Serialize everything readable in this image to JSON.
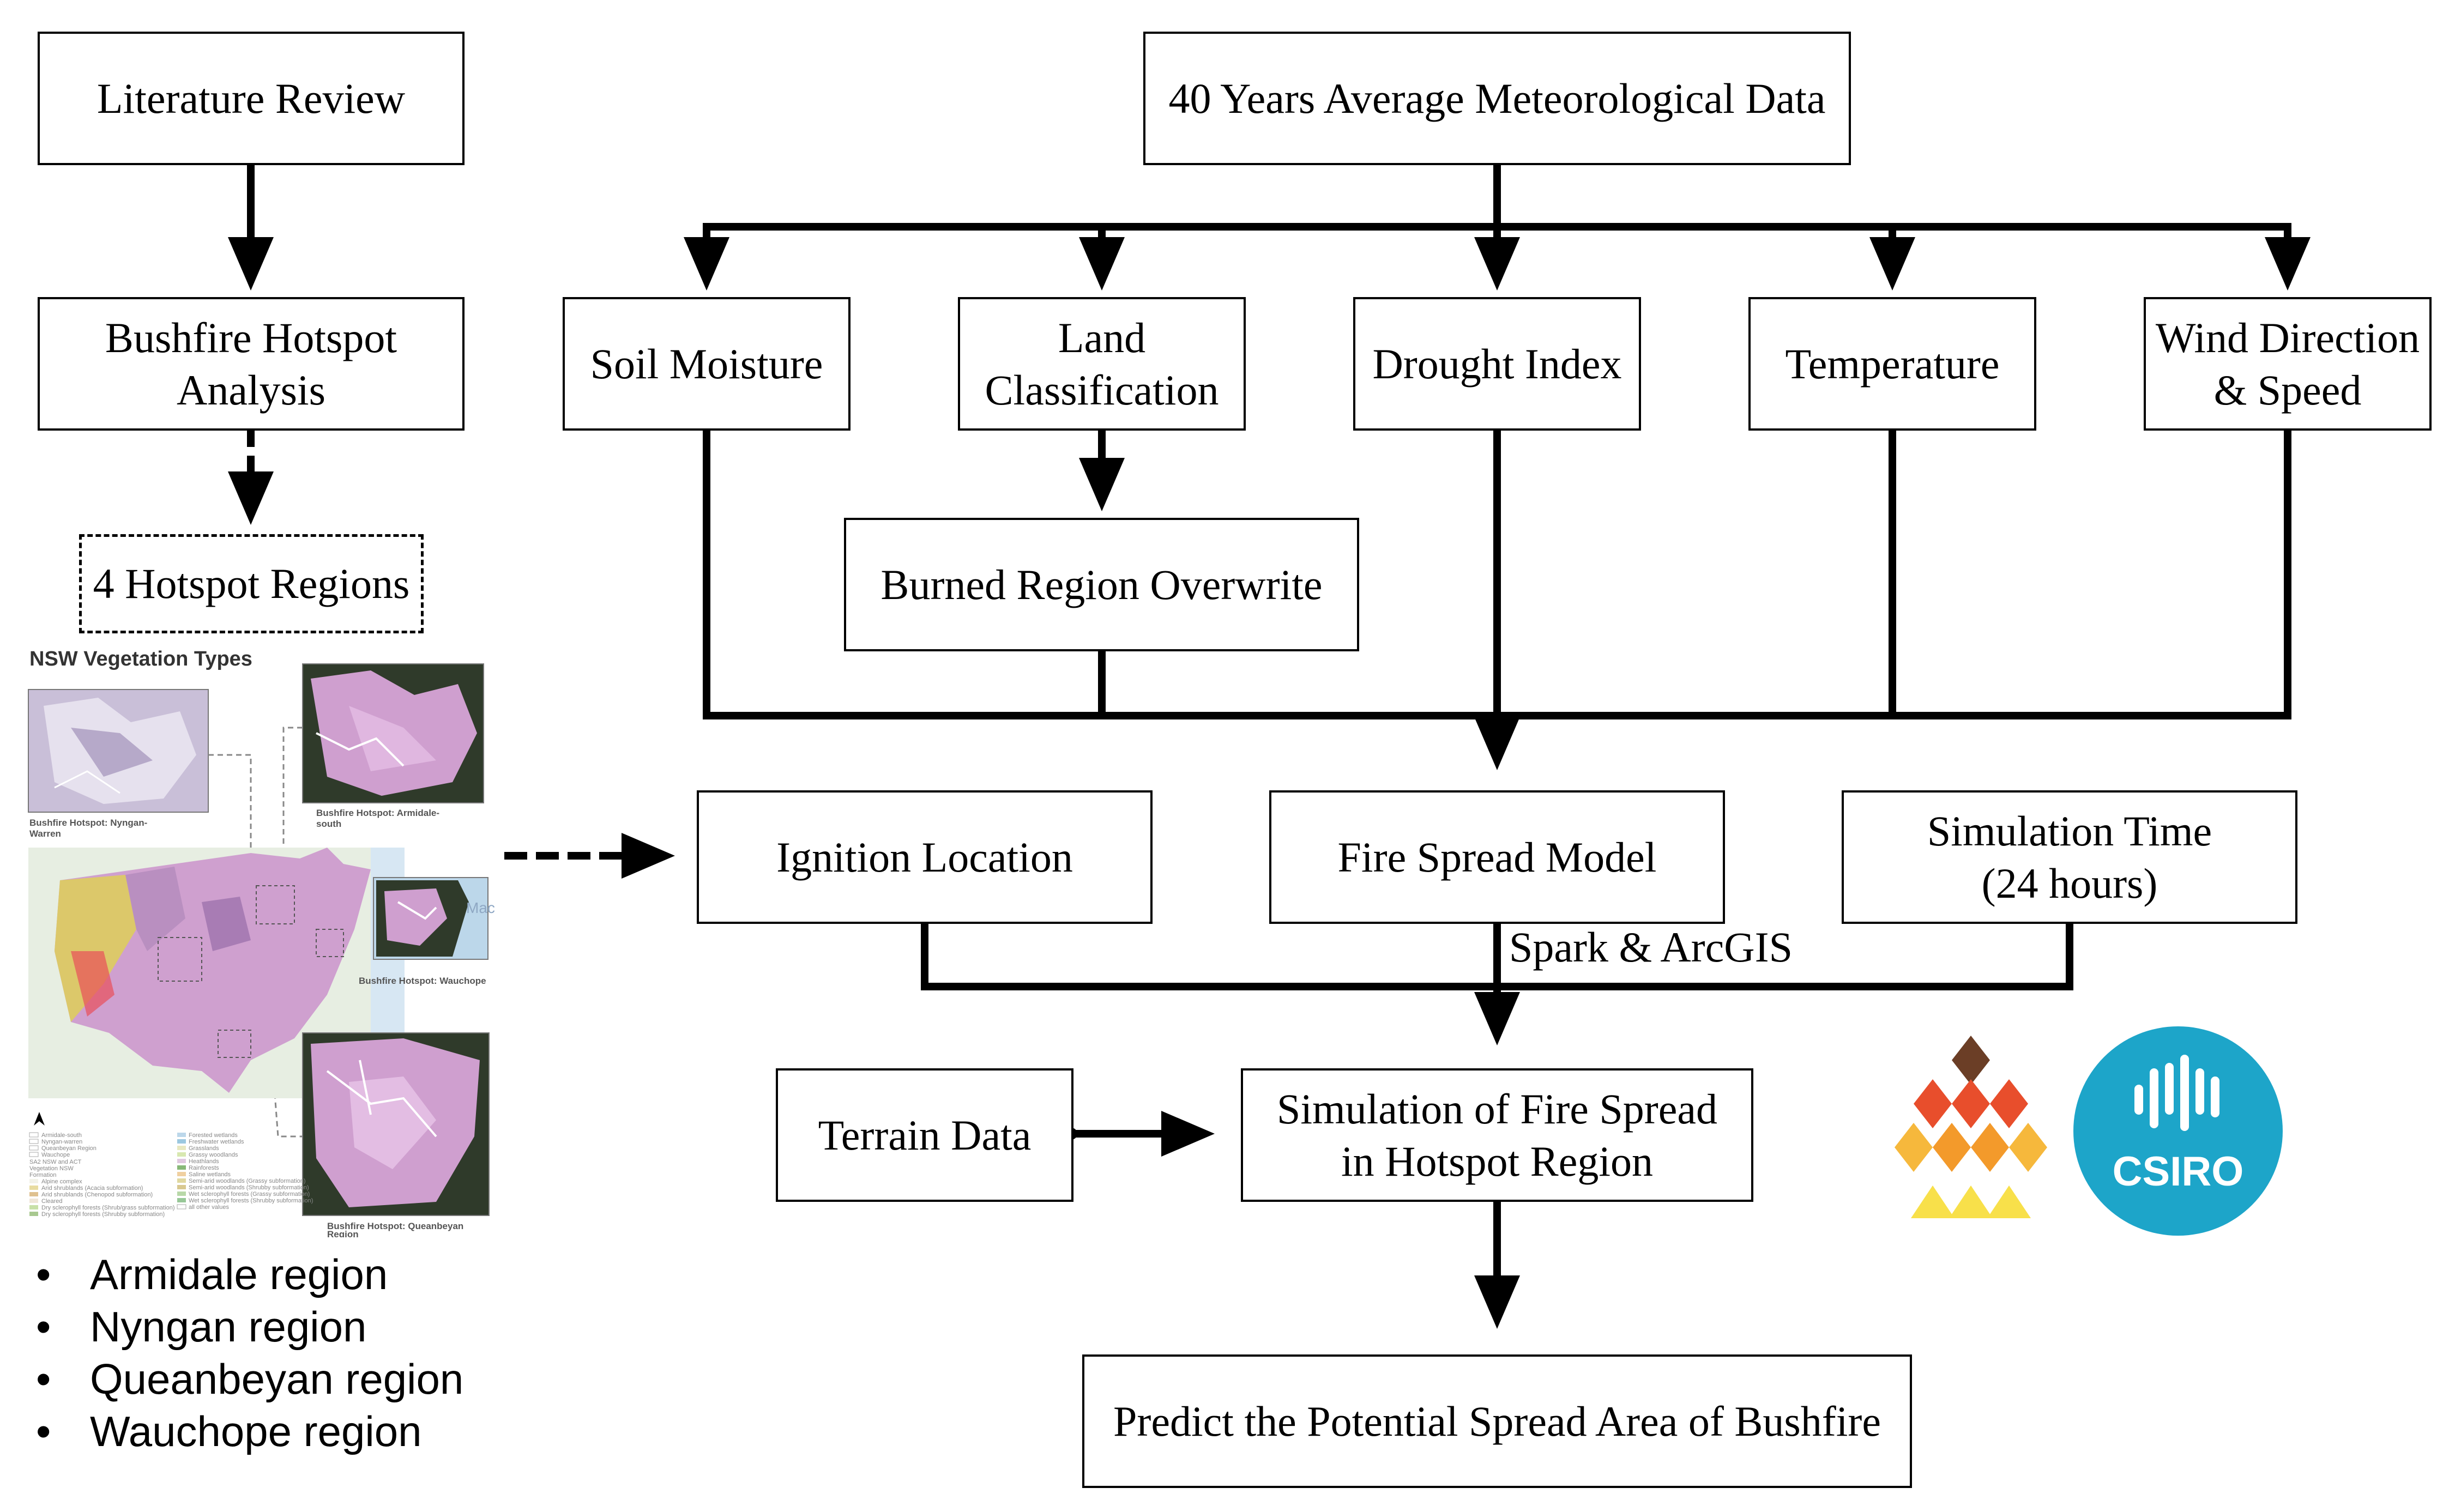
{
  "boxes": {
    "literature_review": "Literature Review",
    "hotspot_analysis": "Bushfire Hotspot\nAnalysis",
    "hotspot_regions": "4 Hotspot Regions",
    "meteo": "40 Years Average Meteorological Data",
    "soil_moisture": "Soil Moisture",
    "land_classification": "Land\nClassification",
    "drought_index": "Drought Index",
    "temperature": "Temperature",
    "wind": "Wind Direction\n& Speed",
    "burned_overwrite": "Burned Region Overwrite",
    "ignition_location": "Ignition Location",
    "fire_spread_model": "Fire Spread Model",
    "simulation_time": "Simulation Time\n(24 hours)",
    "terrain_data": "Terrain Data",
    "simulation_fire_spread": "Simulation of  Fire Spread\nin Hotspot Region",
    "predict": "Predict the Potential Spread Area of Bushfire"
  },
  "labels": {
    "spark_arcgis": "Spark & ArcGIS"
  },
  "regions": [
    "Armidale region",
    "Nyngan region",
    "Queanbeyan region",
    "Wauchope region"
  ],
  "map": {
    "title": "NSW Vegetation Types",
    "inset_nyngan": "Bushfire Hotspot: Nyngan-\nWarren",
    "inset_armidale": "Bushfire Hotspot: Armidale-\nsouth",
    "inset_wauchope": "Bushfire Hotspot: Wauchope",
    "inset_queanbeyan": "Bushfire Hotspot: Queanbeyan\nRegion"
  },
  "logos": {
    "csiro": "CSIRO"
  },
  "colors": {
    "line": "#000000",
    "csiro_blue": "#1da5c9",
    "vegetation_pink": "#cf9fcf",
    "hotspot_red": "#e84e2c",
    "hotspot_brown": "#6b3e26",
    "hotspot_orange": "#f39a2b",
    "hotspot_yellow": "#f8e04a"
  }
}
